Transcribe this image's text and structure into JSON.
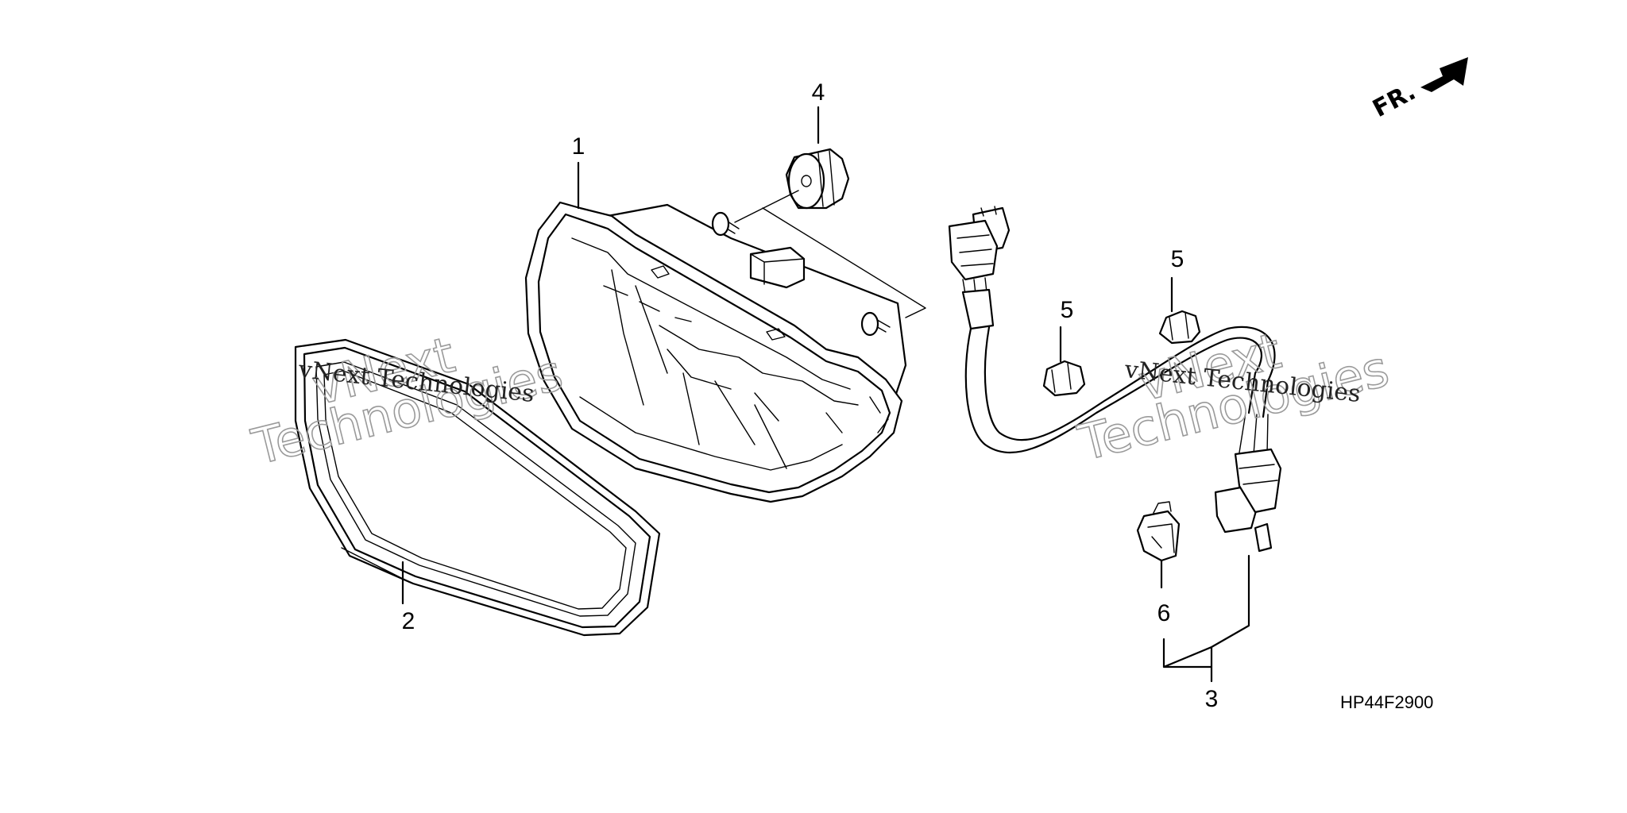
{
  "diagram": {
    "callouts": {
      "headlight": "1",
      "rim": "2",
      "harness": "3",
      "grommet": "4",
      "clip_upper_right": "5",
      "clip_middle": "5",
      "clip_lower": "6"
    },
    "direction_label": "FR.",
    "part_code": "HP44F2900"
  },
  "watermarks": {
    "serif_text": "vNext Technologies",
    "hollow_line1": "vNext",
    "hollow_line2": "Technologies"
  }
}
